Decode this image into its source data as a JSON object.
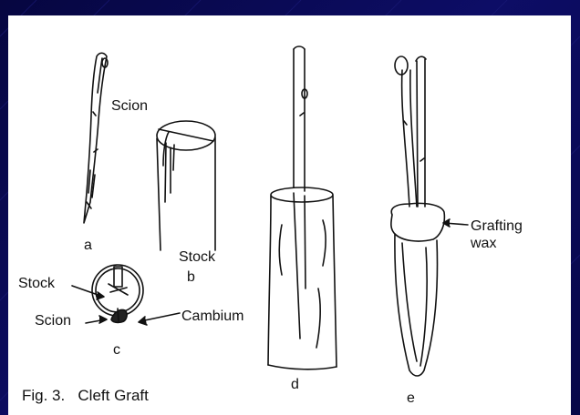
{
  "colors": {
    "slide_background": "#0a0a52",
    "panel_background": "#ffffff",
    "ink": "#111111"
  },
  "diagram": {
    "caption": "Fig. 3.   Cleft Graft",
    "panels": [
      {
        "letter": "a",
        "labels": [
          "Scion"
        ]
      },
      {
        "letter": "b",
        "labels": [
          "Stock"
        ]
      },
      {
        "letter": "c",
        "labels": [
          "Stock",
          "Scion",
          "Cambium"
        ]
      },
      {
        "letter": "d",
        "labels": []
      },
      {
        "letter": "e",
        "labels": [
          "Grafting",
          "wax"
        ]
      }
    ]
  },
  "icons": [
    "scion-drawing-icon",
    "stock-drawing-icon",
    "cross-section-icon",
    "inserted-scion-icon",
    "waxed-graft-icon"
  ]
}
